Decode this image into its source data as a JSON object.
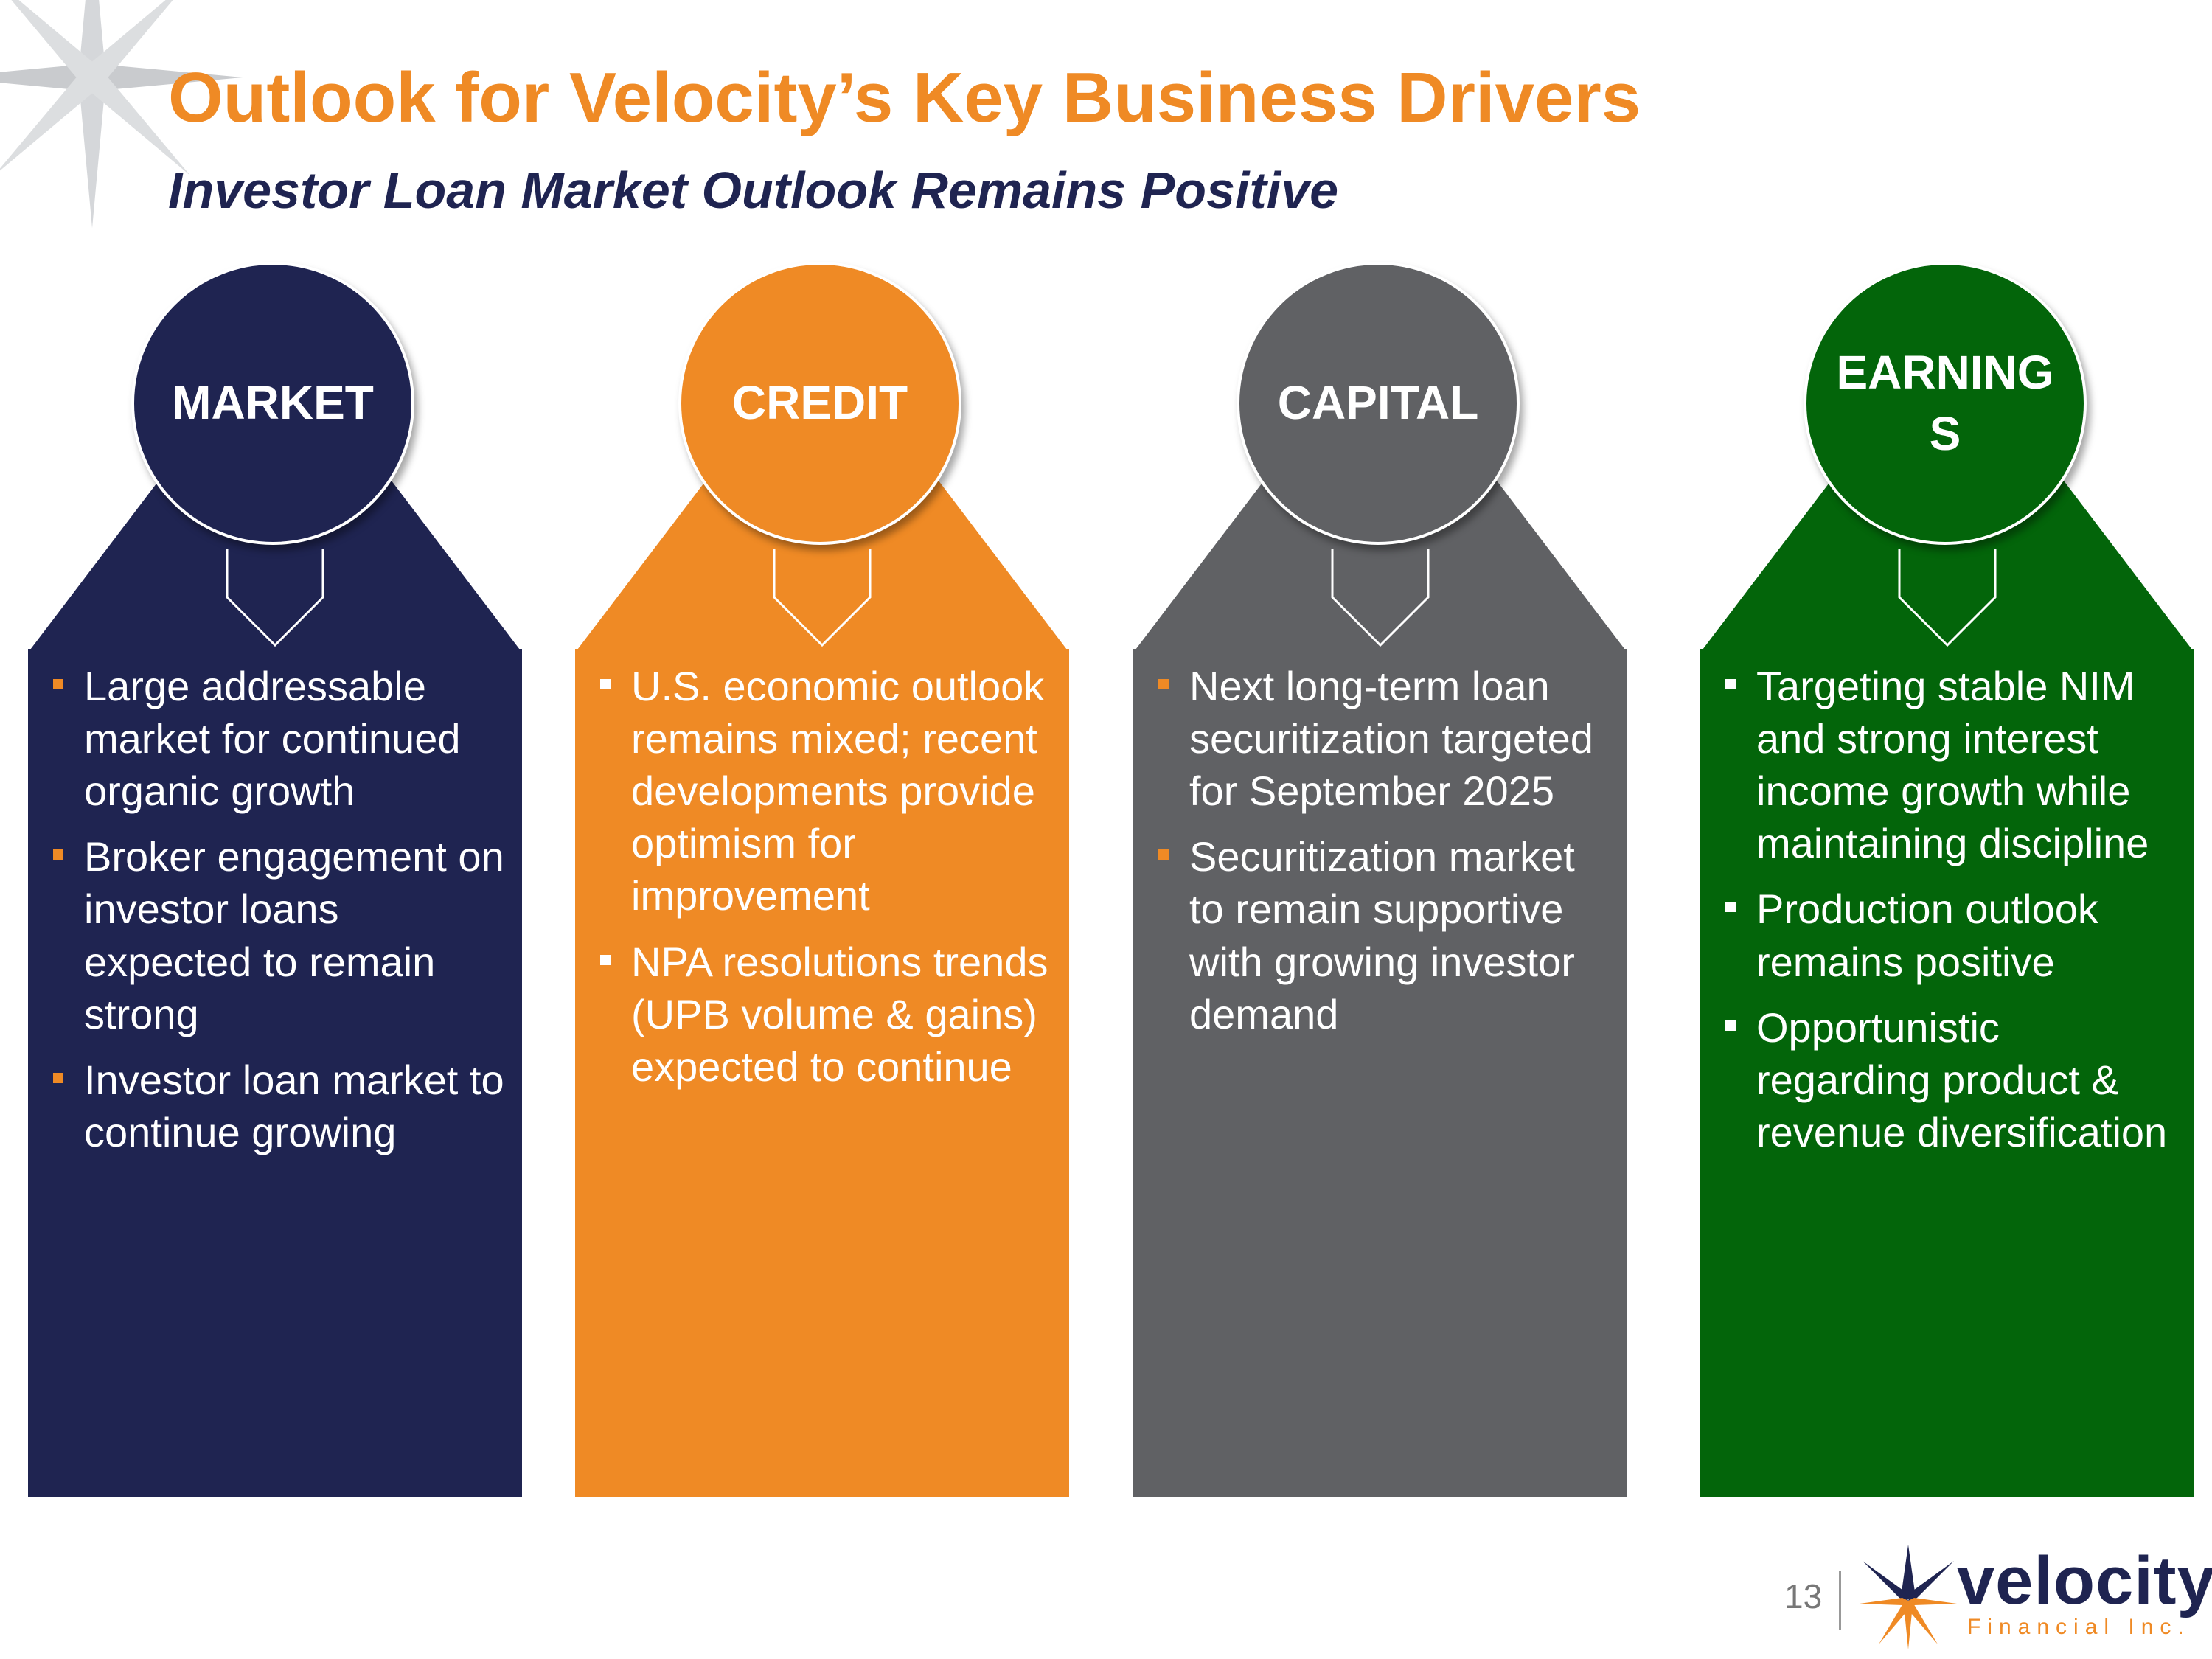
{
  "header": {
    "title": "Outlook for Velocity’s Key Business Drivers",
    "subtitle": "Investor Loan Market Outlook Remains Positive"
  },
  "pillars": [
    {
      "label": "MARKET",
      "color": "#1f2451",
      "bullets": [
        "Large addressable market for continued organic growth",
        "Broker engagement on investor loans expected to remain strong",
        "Investor loan market to continue growing"
      ]
    },
    {
      "label": "CREDIT",
      "color": "#ef8a25",
      "bullets": [
        "U.S. economic outlook remains mixed; recent developments provide optimism for improvement",
        "NPA resolutions trends (UPB volume & gains) expected to continue"
      ]
    },
    {
      "label": "CAPITAL",
      "color": "#606164",
      "bullets": [
        "Next long-term loan securitization targeted for September 2025",
        "Securitization market to remain supportive with growing investor demand"
      ]
    },
    {
      "label": "EARNINGS",
      "color": "#03650a",
      "bullets": [
        "Targeting stable NIM and strong interest income growth while maintaining discipline",
        "Production outlook remains positive",
        "Opportunistic regarding product & revenue diversification"
      ]
    }
  ],
  "footer": {
    "page_number": "13",
    "logo_name": "velocity",
    "logo_tagline": "Financial Inc."
  }
}
